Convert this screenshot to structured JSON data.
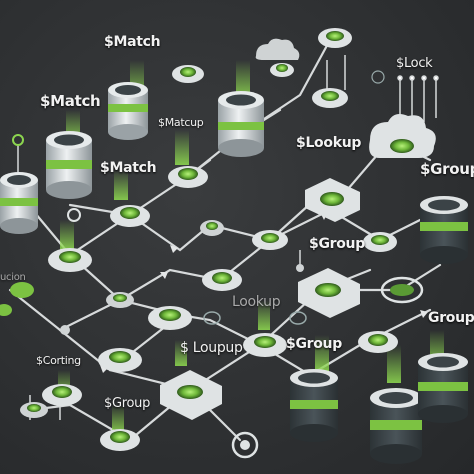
{
  "diagram": {
    "labels": {
      "match_top": "$Match",
      "match_left": "$Match",
      "matcup": "$Matcup",
      "match_mid": "$Match",
      "lookup_top": "$Lookup",
      "lock": "$Lock",
      "group_right": "$Group",
      "group_mid": "$Group",
      "lookup_faint": "Lookup",
      "loupup": "$ Loupup",
      "group_center": "$Group",
      "group_far_right": "Group",
      "ucion": "ucion",
      "sorting": "$Corting",
      "group_bottom": "$Group"
    },
    "colors": {
      "accent": "#7cc242",
      "accent_light": "#a6e06a",
      "node_light": "#dfe3e4",
      "node_dark": "#3b4347",
      "background": "#2f3133"
    }
  }
}
